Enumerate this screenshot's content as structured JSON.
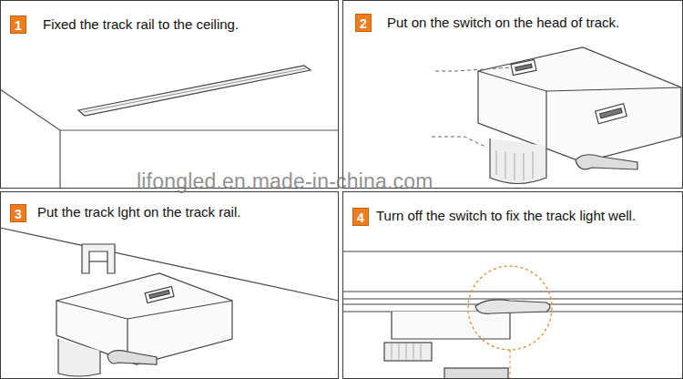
{
  "diagram": {
    "nodes": [
      {
        "text": [
          "Fixed the track rail to the ceiling."
        ]
      },
      {
        "text": [
          "1"
        ],
        "in": 0
      },
      {
        "text": [
          "Put on the switch on the head of track."
        ]
      },
      {
        "text": [
          "2"
        ],
        "in": 2
      },
      {
        "text": [
          "Put the track lght on the track rail."
        ]
      },
      {
        "text": [
          "3"
        ],
        "in": 4
      },
      {
        "text": [
          "Turn off the switch to fix the track light well."
        ]
      },
      {
        "text": [
          "4"
        ],
        "in": 6
      }
    ],
    "labels": [
      "lifongled.en.made-in-china.com"
    ]
  }
}
